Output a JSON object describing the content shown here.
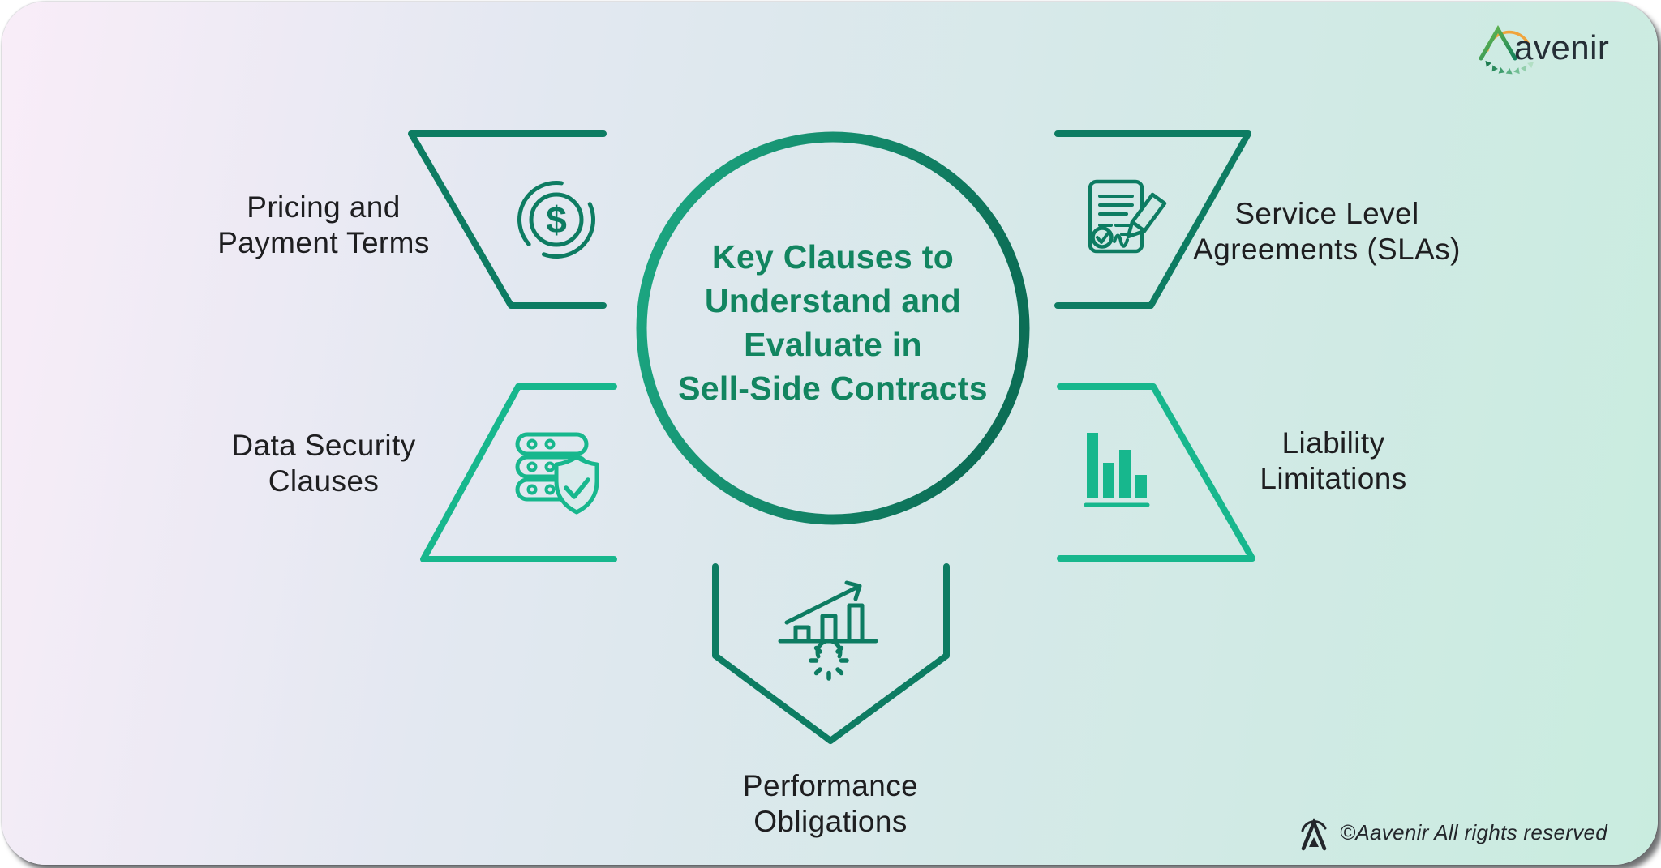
{
  "logo": {
    "brand": "Aavenir",
    "wordmark_tail": "avenir"
  },
  "center": {
    "title_lines": [
      "Key Clauses to",
      "Understand and",
      "Evaluate in",
      "Sell-Side Contracts"
    ]
  },
  "items": [
    {
      "id": "pricing",
      "label_lines": [
        "Pricing and",
        "Payment Terms"
      ],
      "icon": "dollar-coin-icon"
    },
    {
      "id": "sla",
      "label_lines": [
        "Service Level",
        "Agreements (SLAs)"
      ],
      "icon": "contract-pen-icon"
    },
    {
      "id": "datasec",
      "label_lines": [
        "Data Security",
        "Clauses"
      ],
      "icon": "server-shield-icon"
    },
    {
      "id": "liability",
      "label_lines": [
        "Liability",
        "Limitations"
      ],
      "icon": "bar-chart-icon"
    },
    {
      "id": "performance",
      "label_lines": [
        "Performance",
        "Obligations"
      ],
      "icon": "growth-gear-icon"
    }
  ],
  "footer": {
    "copyright": "©Aavenir All rights reserved"
  },
  "colors": {
    "bg_left": "#f9edf8",
    "bg_mid1": "#e3e8f1",
    "bg_mid2": "#d5e9e8",
    "bg_right": "#c9ecdf",
    "dark_teal": "#0d7c62",
    "emerald": "#17b78d",
    "circle_grad_start": "#1daa84",
    "circle_grad_end": "#0c6e56",
    "center_text": "#128560",
    "label_text": "#1e1e20",
    "orange": "#f0a43c",
    "logo_grad_start": "#6fbe4e",
    "logo_grad_end": "#14805a",
    "logo_text": "#252e36",
    "copyright_text": "#23262b",
    "knockout_mint": "#cfe9e4",
    "knockout_blue": "#d9eaec"
  }
}
